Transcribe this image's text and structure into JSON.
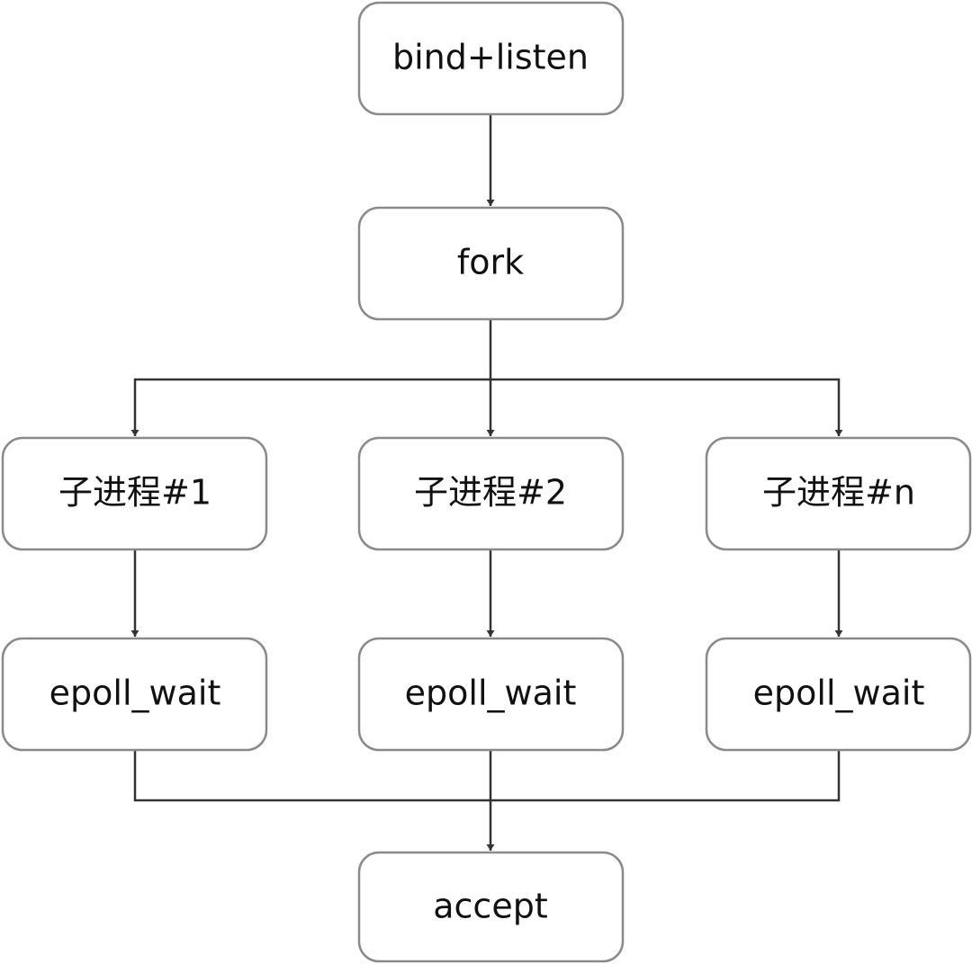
{
  "nodes": {
    "bind_listen": "bind+listen",
    "fork": "fork",
    "child_1": "子进程#1",
    "child_2": "子进程#2",
    "child_n": "子进程#n",
    "epoll_wait_1": "epoll_wait",
    "epoll_wait_2": "epoll_wait",
    "epoll_wait_n": "epoll_wait",
    "accept": "accept"
  },
  "colors": {
    "box_border": "#8a8a8a",
    "box_fill": "#ffffff",
    "connector": "#333333",
    "text": "#111111"
  }
}
